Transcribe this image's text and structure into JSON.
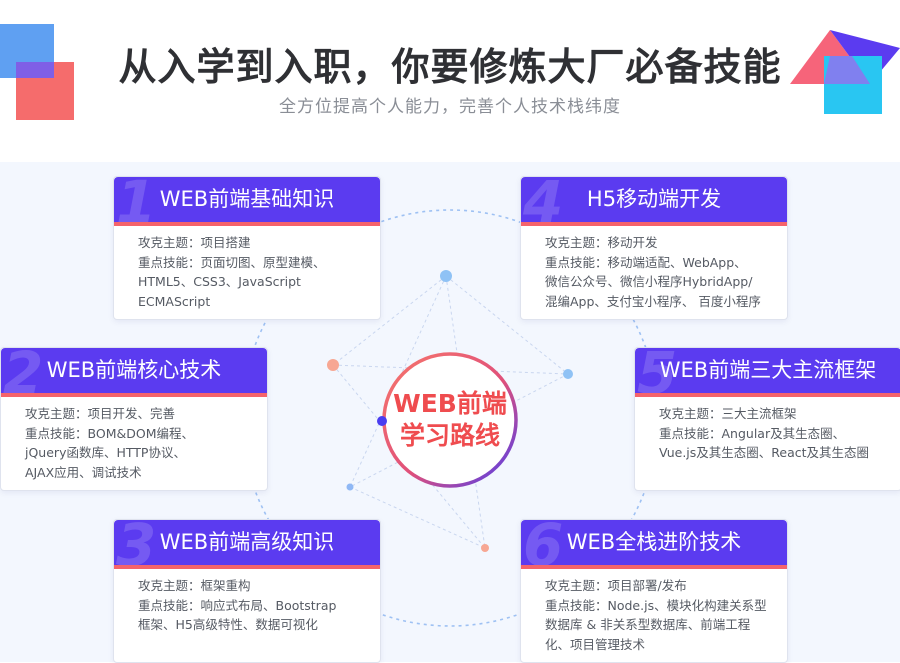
{
  "header": {
    "title": "从入学到入职，你要修炼大厂必备技能",
    "subtitle": "全方位提高个人能力，完善个人技术栈纬度"
  },
  "center": {
    "line1": "WEB前端",
    "line2": "学习路线"
  },
  "cards": [
    {
      "num": "1",
      "title": "WEB前端基础知识",
      "lines": [
        "攻克主题：项目搭建",
        "重点技能：页面切图、原型建模、",
        "HTML5、CSS3、JavaScript",
        "ECMAScript"
      ]
    },
    {
      "num": "2",
      "title": "WEB前端核心技术",
      "lines": [
        "攻克主题：项目开发、完善",
        "重点技能：BOM&DOM编程、",
        "jQuery函数库、HTTP协议、",
        "AJAX应用、调试技术"
      ]
    },
    {
      "num": "3",
      "title": "WEB前端高级知识",
      "lines": [
        "攻克主题：框架重构",
        "重点技能：响应式布局、Bootstrap",
        "框架、H5高级特性、数据可视化"
      ]
    },
    {
      "num": "4",
      "title": "H5移动端开发",
      "lines": [
        "攻克主题：移动开发",
        "重点技能：移动端适配、WebApp、",
        "微信公众号、微信小程序HybridApp/",
        "混编App、支付宝小程序、 百度小程序"
      ]
    },
    {
      "num": "5",
      "title": "WEB前端三大主流框架",
      "lines": [
        "攻克主题：三大主流框架",
        "重点技能：Angular及其生态圈、",
        "Vue.js及其生态圈、React及其生态圈"
      ]
    },
    {
      "num": "6",
      "title": "WEB全栈进阶技术",
      "lines": [
        "攻克主题：项目部署/发布",
        "重点技能：Node.js、模块化构建关系型",
        "数据库 & 非关系型数据库、前端工程",
        "化、项目管理技术"
      ]
    }
  ],
  "colors": {
    "card_header": "#5b3bf0",
    "accent_red": "#f5636b",
    "center_text": "#ef4c4f"
  }
}
